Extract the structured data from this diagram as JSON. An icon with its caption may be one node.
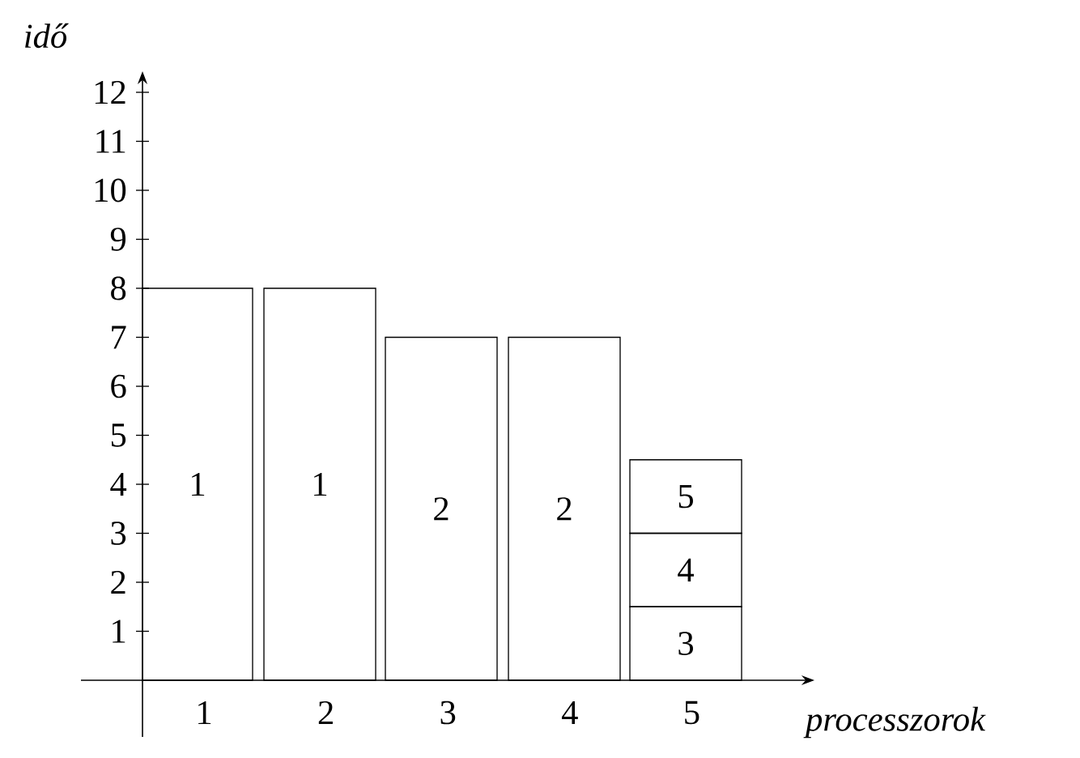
{
  "diagram": {
    "nodes": [
      {
        "text": [
          "1"
        ]
      },
      {
        "text": [
          "1"
        ]
      },
      {
        "text": [
          "2"
        ]
      },
      {
        "text": [
          "2"
        ]
      },
      {
        "text": [
          "5"
        ]
      },
      {
        "text": [
          "4"
        ]
      },
      {
        "text": [
          "3"
        ]
      }
    ],
    "labels": [
      "idő",
      "12",
      "11",
      "10",
      "9",
      "8",
      "7",
      "6",
      "5",
      "4",
      "3",
      "2",
      "1",
      "1",
      "2",
      "3",
      "4",
      "5",
      "processzorok"
    ]
  }
}
